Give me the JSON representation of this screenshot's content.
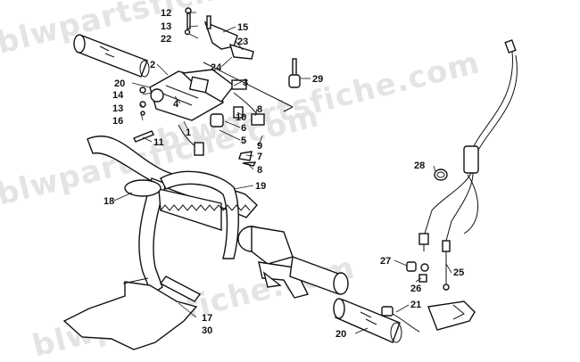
{
  "watermark": "blwpartsfiche.com",
  "callouts": [
    {
      "id": "c12",
      "text": "12"
    },
    {
      "id": "c13a",
      "text": "13"
    },
    {
      "id": "c22",
      "text": "22"
    },
    {
      "id": "c15",
      "text": "15"
    },
    {
      "id": "c23",
      "text": "23"
    },
    {
      "id": "c2",
      "text": "2"
    },
    {
      "id": "c24",
      "text": "24"
    },
    {
      "id": "c29",
      "text": "29"
    },
    {
      "id": "c20a",
      "text": "20"
    },
    {
      "id": "c14",
      "text": "14"
    },
    {
      "id": "c4",
      "text": "4"
    },
    {
      "id": "c3",
      "text": "3"
    },
    {
      "id": "c13b",
      "text": "13"
    },
    {
      "id": "c16",
      "text": "16"
    },
    {
      "id": "c1",
      "text": "1"
    },
    {
      "id": "c10",
      "text": "10"
    },
    {
      "id": "c8a",
      "text": "8"
    },
    {
      "id": "c6",
      "text": "6"
    },
    {
      "id": "c5",
      "text": "5"
    },
    {
      "id": "c11",
      "text": "11"
    },
    {
      "id": "c9",
      "text": "9"
    },
    {
      "id": "c7",
      "text": "7"
    },
    {
      "id": "c8b",
      "text": "8"
    },
    {
      "id": "c28",
      "text": "28"
    },
    {
      "id": "c18",
      "text": "18"
    },
    {
      "id": "c19",
      "text": "19"
    },
    {
      "id": "c27",
      "text": "27"
    },
    {
      "id": "c25",
      "text": "25"
    },
    {
      "id": "c26",
      "text": "26"
    },
    {
      "id": "c21",
      "text": "21"
    },
    {
      "id": "c17",
      "text": "17"
    },
    {
      "id": "c30",
      "text": "30"
    },
    {
      "id": "c20b",
      "text": "20"
    }
  ]
}
